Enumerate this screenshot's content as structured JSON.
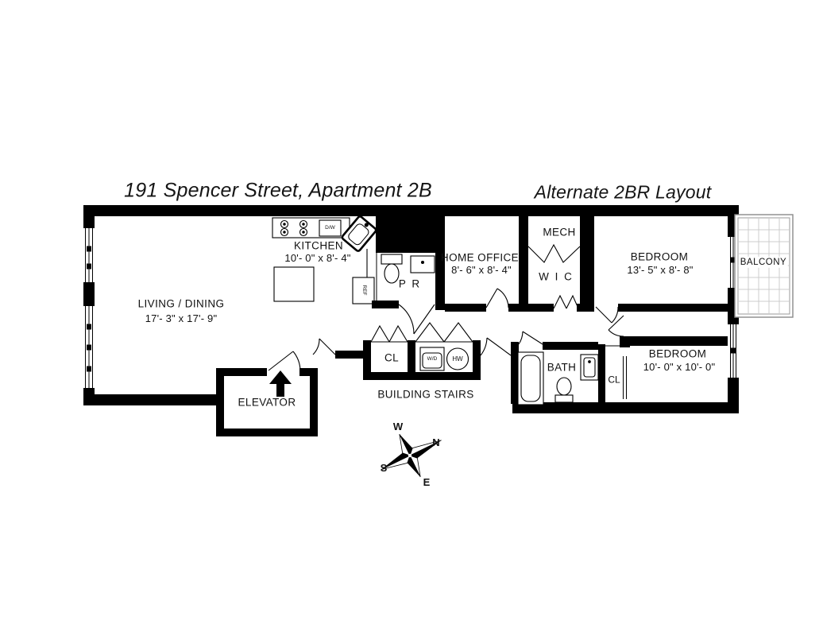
{
  "titles": {
    "address": "191 Spencer Street, Apartment 2B",
    "layout": "Alternate 2BR Layout"
  },
  "rooms": {
    "living_dining": {
      "name": "LIVING / DINING",
      "dims": "17'- 3\" x 17'- 9\""
    },
    "kitchen": {
      "name": "KITCHEN",
      "dims": "10'- 0\" x 8'- 4\""
    },
    "powder_room": {
      "name": "P R"
    },
    "home_office": {
      "name": "HOME OFFICE",
      "dims": "8'- 6\" x 8'- 4\""
    },
    "mech": {
      "name": "MECH"
    },
    "wic": {
      "name": "W I C"
    },
    "bedroom_top": {
      "name": "BEDROOM",
      "dims": "13'- 5\" x 8'- 8\""
    },
    "balcony": {
      "name": "BALCONY"
    },
    "bedroom_bottom": {
      "name": "BEDROOM",
      "dims": "10'- 0\" x 10'- 0\""
    },
    "bath": {
      "name": "BATH"
    },
    "closet_bedroom": {
      "name": "CL"
    },
    "closet_hall": {
      "name": "CL"
    },
    "building_stairs": {
      "name": "BUILDING STAIRS"
    },
    "elevator": {
      "name": "ELEVATOR"
    }
  },
  "appliances": {
    "dishwasher": "D/W",
    "refrigerator": "REF",
    "washer_dryer": "W/D",
    "hot_water": "HW"
  },
  "compass": {
    "north": "N",
    "south": "S",
    "east": "E",
    "west": "W"
  },
  "colors": {
    "wall": "#000000",
    "background": "#ffffff",
    "balcony_grid": "#cccccc"
  }
}
